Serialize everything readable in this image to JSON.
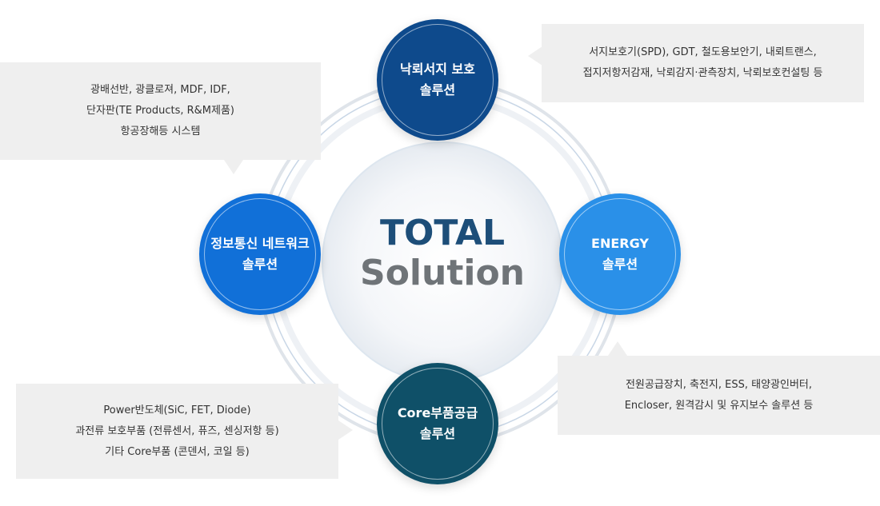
{
  "center": {
    "line1": "TOTAL",
    "line2": "Solution"
  },
  "nodes": {
    "top": {
      "line1": "낙뢰서지 보호",
      "line2": "솔루션"
    },
    "left": {
      "line1": "정보통신 네트워크",
      "line2": "솔루션"
    },
    "right": {
      "line1": "ENERGY",
      "line2": "솔루션"
    },
    "bottom": {
      "line1": "Core부품공급",
      "line2": "솔루션"
    }
  },
  "callouts": {
    "top_right": [
      "서지보호기(SPD), GDT, 철도용보안기,  내뢰트랜스,",
      "접지저항저감재, 낙뢰감지·관측장치, 낙뢰보호컨설팅 등"
    ],
    "top_left": [
      "광배선반, 광클로져, MDF, IDF,",
      "단자판(TE Products, R&M제품)",
      "항공장해등 시스템"
    ],
    "bottom_right": [
      "전원공급장치, 축전지, ESS, 태양광인버터,",
      "Encloser, 원격감시 및 유지보수 솔루션 등"
    ],
    "bottom_left": [
      "Power반도체(SiC, FET, Diode)",
      "과전류 보호부품 (전류센서, 퓨즈, 센싱저항 등)",
      "기타 Core부품 (콘덴서, 코일 등)"
    ]
  },
  "colors": {
    "title_blue": "#1d4e79",
    "title_gray": "#6f7478",
    "node_top": "#0e4a8c",
    "node_left": "#1170d8",
    "node_right": "#2a90e8",
    "node_bottom": "#0f5068",
    "callout_bg": "#efefef"
  }
}
